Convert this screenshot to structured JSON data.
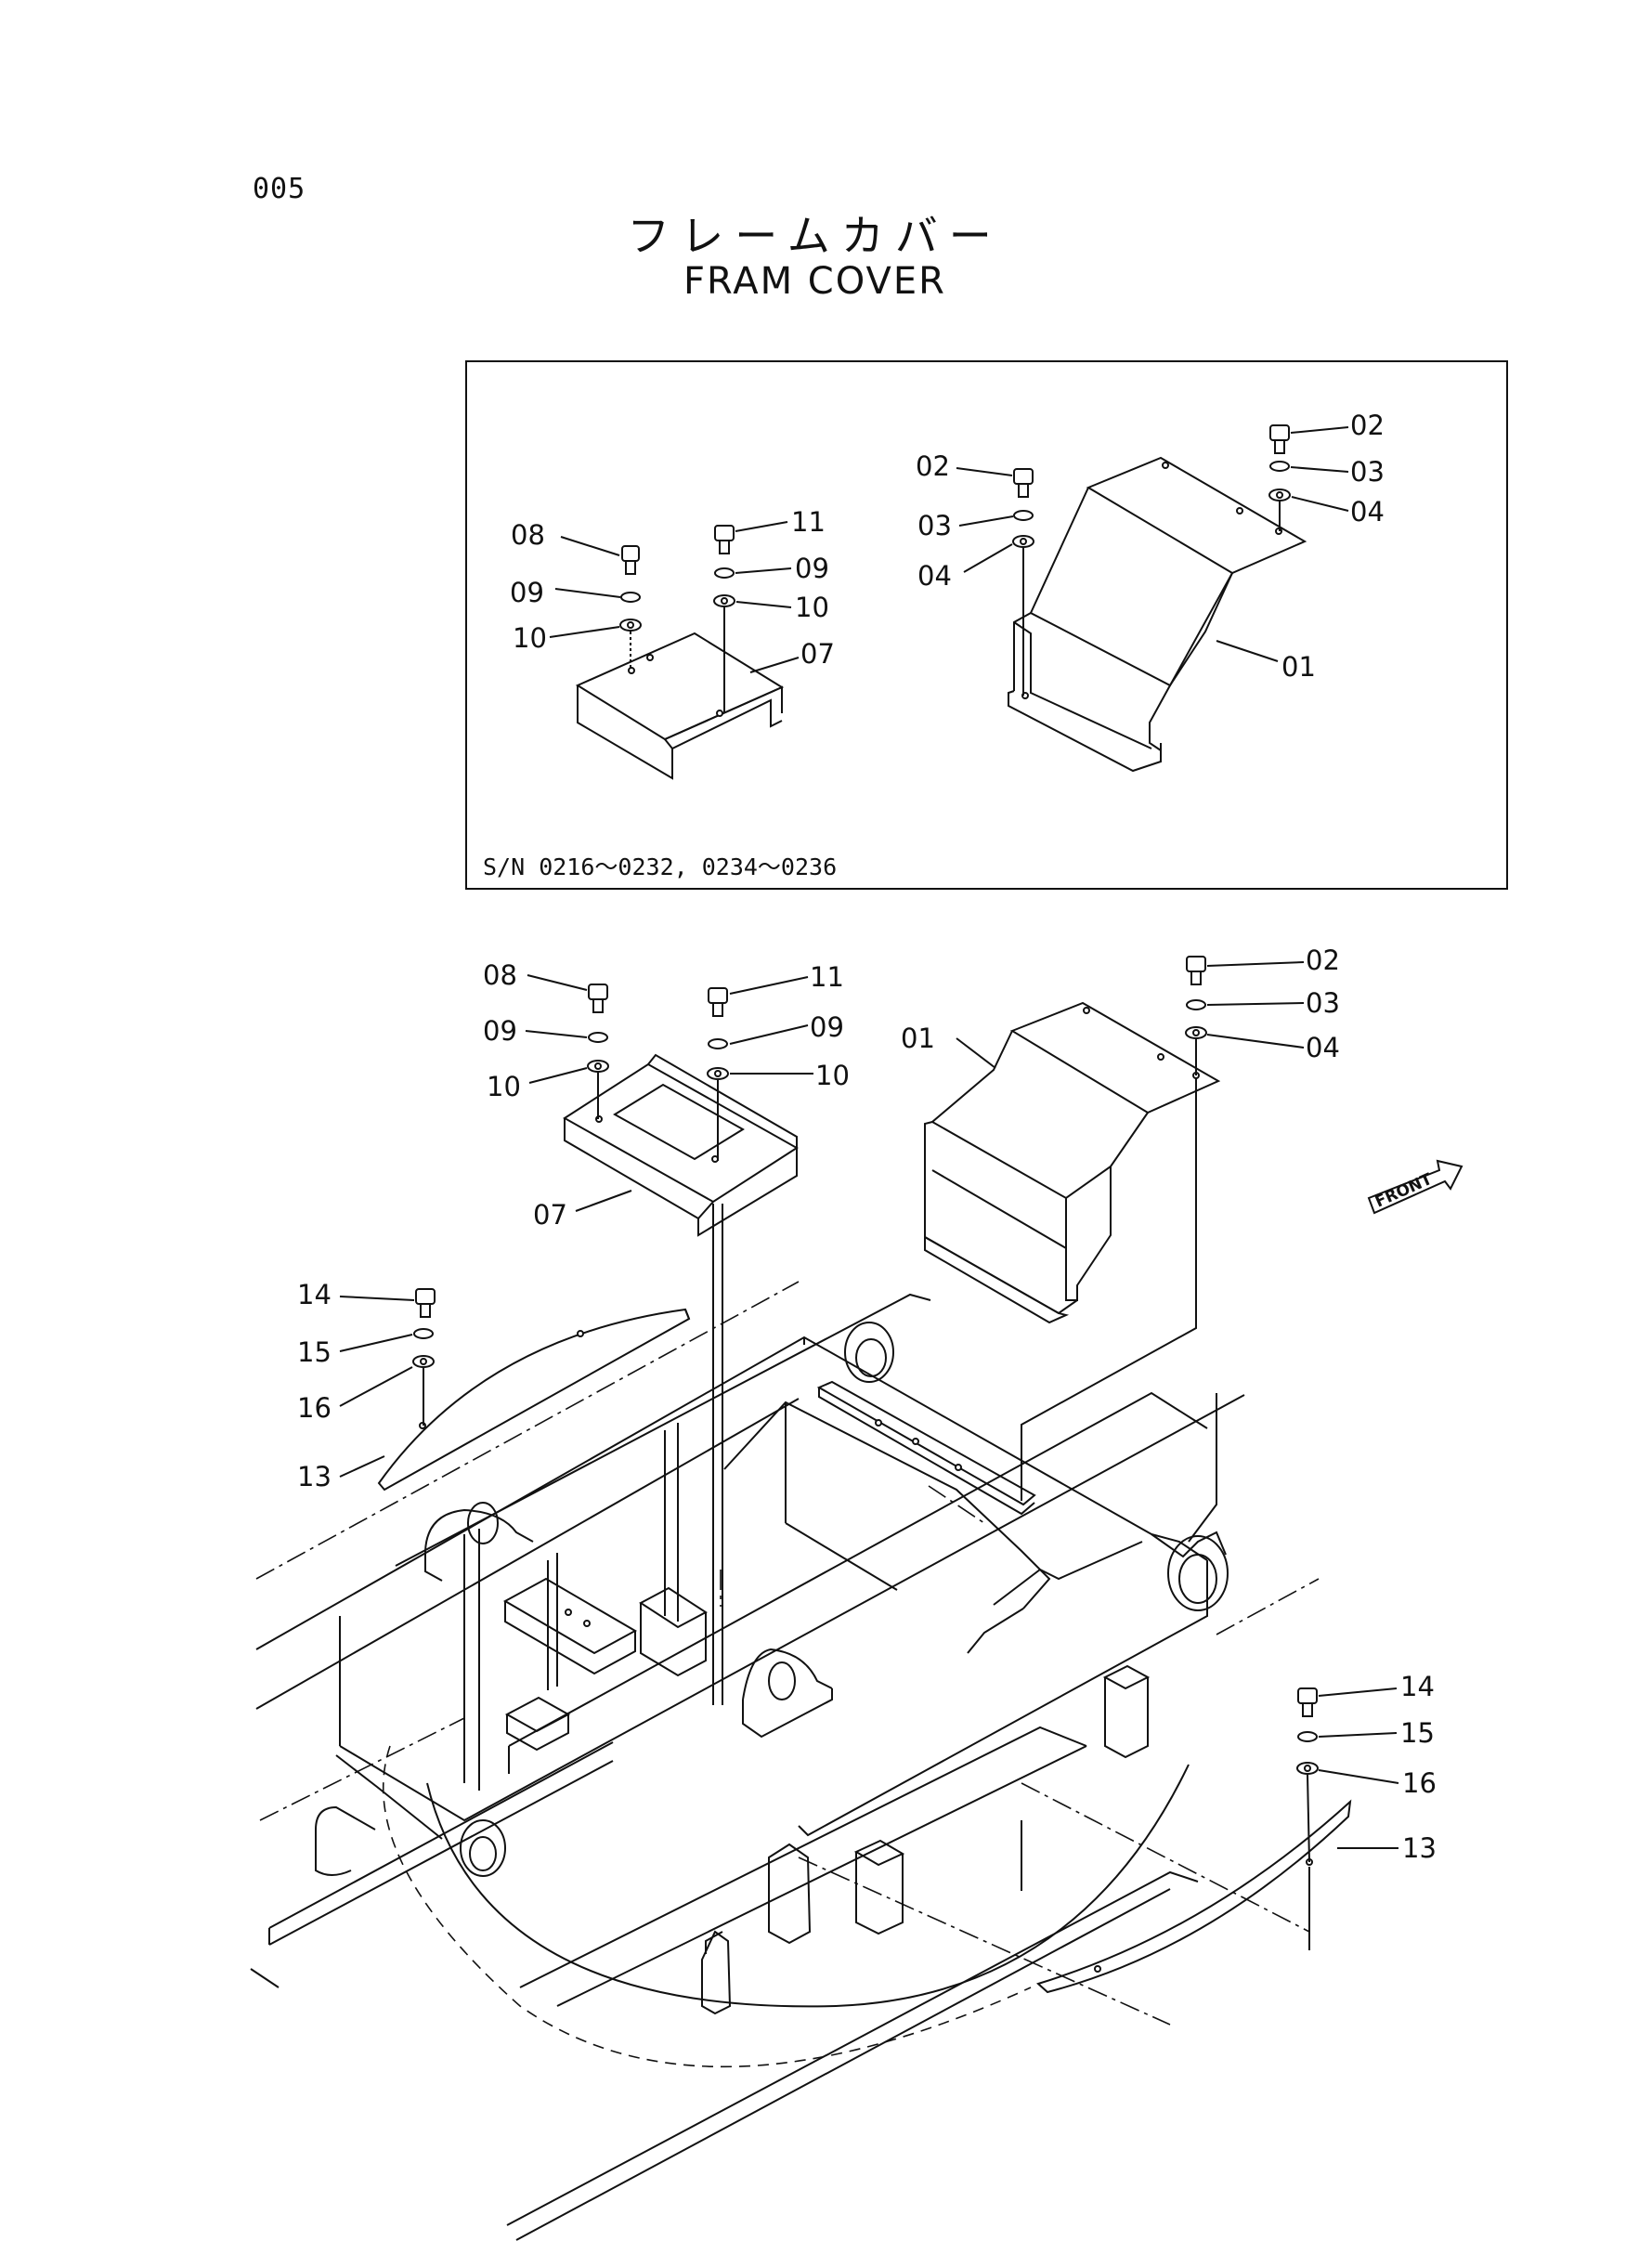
{
  "page_number": "005",
  "title_ja": "フレームカバー",
  "title_en": "FRAM COVER",
  "inset": {
    "serial_note": "S/N  0216～0232, 0234～0236",
    "labels": {
      "p01": "01",
      "p02a": "02",
      "p03a": "03",
      "p04a": "04",
      "p02b": "02",
      "p03b": "03",
      "p04b": "04",
      "p07": "07",
      "p08": "08",
      "p09a": "09",
      "p10a": "10",
      "p11": "11",
      "p09b": "09",
      "p10b": "10"
    }
  },
  "main": {
    "front_label": "FRONT",
    "labels": {
      "p01": "01",
      "p02": "02",
      "p03": "03",
      "p04": "04",
      "p07": "07",
      "p08": "08",
      "p09a": "09",
      "p10a": "10",
      "p11": "11",
      "p09b": "09",
      "p10b": "10",
      "p14a": "14",
      "p15a": "15",
      "p16a": "16",
      "p13a": "13",
      "p14b": "14",
      "p15b": "15",
      "p16b": "16",
      "p13b": "13"
    }
  }
}
